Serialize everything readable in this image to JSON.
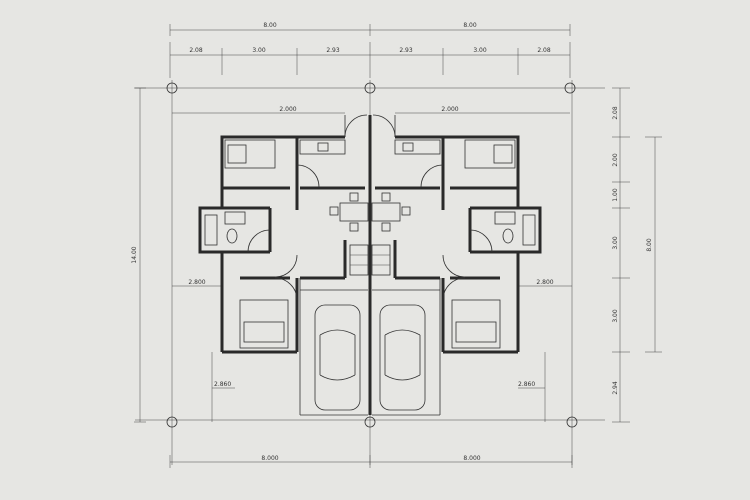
{
  "top_dimensions": {
    "overall": [
      "8.00",
      "8.00"
    ],
    "segments": [
      "2.08",
      "3.00",
      "2.93",
      "2.93",
      "3.00",
      "2.08"
    ]
  },
  "inner_labels": {
    "top_left": "2.000",
    "top_right": "2.000",
    "mid_left": "2.800",
    "mid_right": "2.800",
    "low_left": "2.860",
    "low_right": "2.860"
  },
  "bottom_dimensions": [
    "8.000",
    "8.000"
  ],
  "left_dimension": "14.00",
  "right_dimensions": {
    "segments": [
      "2.08",
      "2.00",
      "1.00",
      "3.00",
      "3.00",
      "2.94"
    ],
    "inner": "8.00"
  },
  "colors": {
    "paper": "#e6e6e3",
    "ink": "#2a2a2a"
  }
}
